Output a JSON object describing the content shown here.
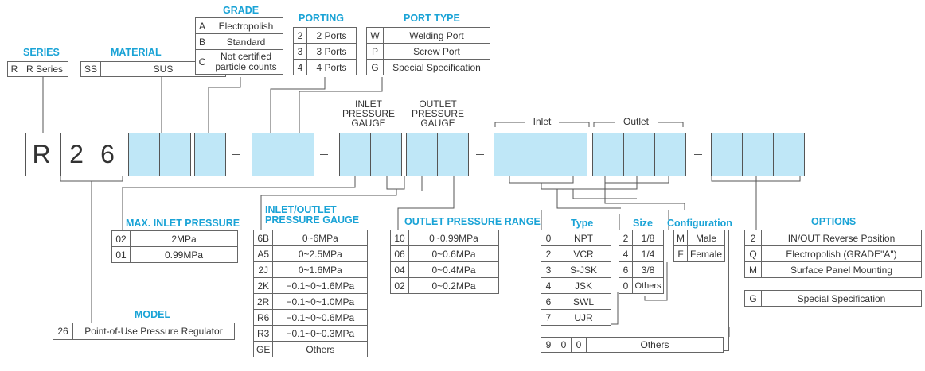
{
  "series": {
    "title": "SERIES",
    "rows": [
      [
        "R",
        "R Series"
      ]
    ]
  },
  "material": {
    "title": "MATERIAL",
    "rows": [
      [
        "SS",
        "SUS"
      ]
    ]
  },
  "grade": {
    "title": "GRADE",
    "rows": [
      [
        "A",
        "Electropolish"
      ],
      [
        "B",
        "Standard"
      ],
      [
        "C",
        "Not certified particle counts"
      ]
    ]
  },
  "porting": {
    "title": "PORTING",
    "rows": [
      [
        "2",
        "2 Ports"
      ],
      [
        "3",
        "3 Ports"
      ],
      [
        "4",
        "4 Ports"
      ]
    ]
  },
  "port_type": {
    "title": "PORT TYPE",
    "rows": [
      [
        "W",
        "Welding Port"
      ],
      [
        "P",
        "Screw Port"
      ],
      [
        "G",
        "Special Specification"
      ]
    ]
  },
  "code_boxes": {
    "r": "R",
    "d1": "2",
    "d2": "6"
  },
  "gauge_labels": {
    "inlet": "INLET PRESSURE GAUGE",
    "outlet": "OUTLET PRESSURE GAUGE",
    "inlet_bracket": "Inlet",
    "outlet_bracket": "Outlet"
  },
  "max_inlet": {
    "title": "MAX. INLET PRESSURE",
    "rows": [
      [
        "02",
        "2MPa"
      ],
      [
        "01",
        "0.99MPa"
      ]
    ]
  },
  "model": {
    "title": "MODEL",
    "rows": [
      [
        "26",
        "Point-of-Use Pressure Regulator"
      ]
    ]
  },
  "io_gauge": {
    "title": "INLET/OUTLET PRESSURE GAUGE",
    "rows": [
      [
        "6B",
        "0~6MPa"
      ],
      [
        "A5",
        "0~2.5MPa"
      ],
      [
        "2J",
        "0~1.6MPa"
      ],
      [
        "2K",
        "−0.1~0~1.6MPa"
      ],
      [
        "2R",
        "−0.1~0~1.0MPa"
      ],
      [
        "R6",
        "−0.1~0~0.6MPa"
      ],
      [
        "R3",
        "−0.1~0~0.3MPa"
      ],
      [
        "GE",
        "Others"
      ]
    ]
  },
  "outlet_range": {
    "title": "OUTLET PRESSURE RANGE",
    "rows": [
      [
        "10",
        "0~0.99MPa"
      ],
      [
        "06",
        "0~0.6MPa"
      ],
      [
        "04",
        "0~0.4MPa"
      ],
      [
        "02",
        "0~0.2MPa"
      ]
    ]
  },
  "type": {
    "title": "Type",
    "rows": [
      [
        "0",
        "NPT"
      ],
      [
        "2",
        "VCR"
      ],
      [
        "3",
        "S-JSK"
      ],
      [
        "4",
        "JSK"
      ],
      [
        "6",
        "SWL"
      ],
      [
        "7",
        "UJR"
      ]
    ]
  },
  "size": {
    "title": "Size",
    "rows": [
      [
        "2",
        "1/8"
      ],
      [
        "4",
        "1/4"
      ],
      [
        "6",
        "3/8"
      ],
      [
        "0",
        "Others"
      ]
    ]
  },
  "configuration": {
    "title": "Configuration",
    "rows": [
      [
        "M",
        "Male"
      ],
      [
        "F",
        "Female"
      ]
    ]
  },
  "others_row": {
    "codes": [
      "9",
      "0",
      "0"
    ],
    "label": "Others"
  },
  "options": {
    "title": "OPTIONS",
    "rows": [
      [
        "2",
        "IN/OUT Reverse Position"
      ],
      [
        "Q",
        "Electropolish (GRADE\"A\")"
      ],
      [
        "M",
        "Surface Panel Mounting"
      ]
    ]
  },
  "special": {
    "rows": [
      [
        "G",
        "Special Specification"
      ]
    ]
  }
}
